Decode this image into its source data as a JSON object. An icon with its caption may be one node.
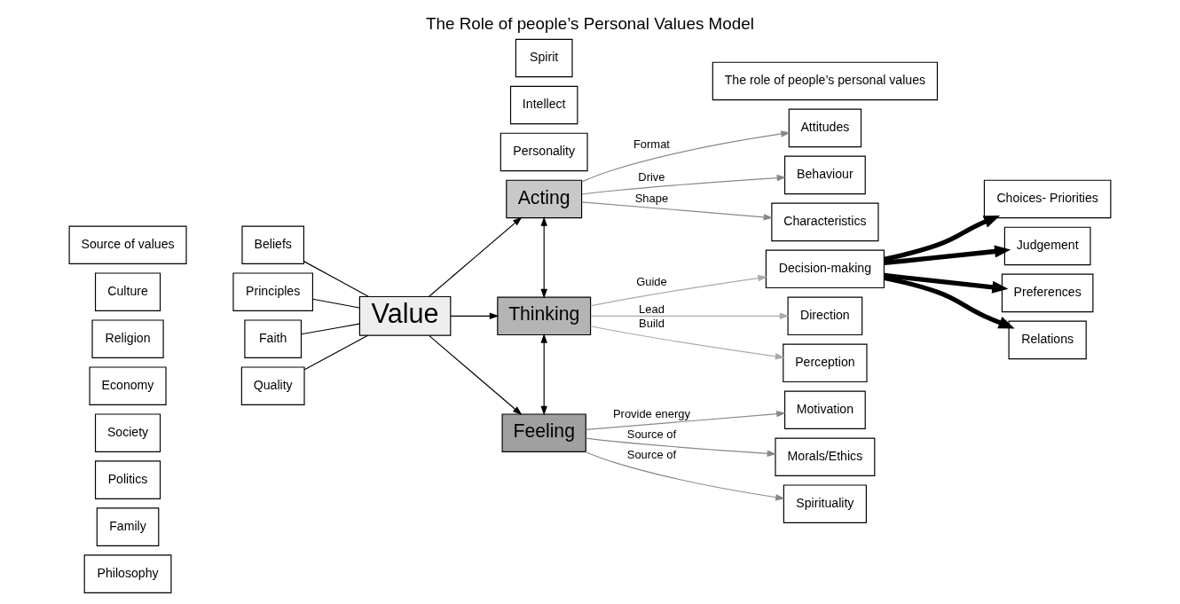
{
  "diagram": {
    "title": "The Role of people’s Personal Values Model",
    "nodes": [
      {
        "text": [
          "Source of values"
        ]
      },
      {
        "text": [
          "Culture"
        ]
      },
      {
        "text": [
          "Religion"
        ]
      },
      {
        "text": [
          "Economy"
        ]
      },
      {
        "text": [
          "Society"
        ]
      },
      {
        "text": [
          "Politics"
        ]
      },
      {
        "text": [
          "Family"
        ]
      },
      {
        "text": [
          "Philosophy"
        ]
      },
      {
        "text": [
          "Beliefs"
        ]
      },
      {
        "text": [
          "Principles"
        ]
      },
      {
        "text": [
          "Faith"
        ]
      },
      {
        "text": [
          "Quality"
        ]
      },
      {
        "text": [
          "Value"
        ]
      },
      {
        "text": [
          "Personality"
        ]
      },
      {
        "text": [
          "Acting"
        ]
      },
      {
        "text": [
          "Intellect"
        ]
      },
      {
        "text": [
          "Thinking"
        ]
      },
      {
        "text": [
          "Spirit"
        ]
      },
      {
        "text": [
          "Feeling"
        ]
      },
      {
        "text": [
          "The role of people’s personal values"
        ]
      },
      {
        "text": [
          "Attitudes"
        ]
      },
      {
        "text": [
          "Behaviour"
        ]
      },
      {
        "text": [
          "Characteristics"
        ]
      },
      {
        "text": [
          "Decision-making"
        ]
      },
      {
        "text": [
          "Direction"
        ]
      },
      {
        "text": [
          "Perception"
        ]
      },
      {
        "text": [
          "Motivation"
        ]
      },
      {
        "text": [
          "Morals/Ethics"
        ]
      },
      {
        "text": [
          "Spirituality"
        ]
      },
      {
        "text": [
          "Choices- Priorities"
        ]
      },
      {
        "text": [
          "Judgement"
        ]
      },
      {
        "text": [
          "Preferences"
        ]
      },
      {
        "text": [
          "Relations"
        ]
      }
    ],
    "edges": [
      {
        "from": 8,
        "to": 12,
        "arrow": "none"
      },
      {
        "from": 9,
        "to": 12,
        "arrow": "none"
      },
      {
        "from": 10,
        "to": 12,
        "arrow": "none"
      },
      {
        "from": 11,
        "to": 12,
        "arrow": "none"
      },
      {
        "from": 12,
        "to": 14,
        "arrow": "to"
      },
      {
        "from": 12,
        "to": 16,
        "arrow": "to"
      },
      {
        "from": 12,
        "to": 18,
        "arrow": "to"
      },
      {
        "from": 14,
        "to": 16,
        "arrow": "both"
      },
      {
        "from": 16,
        "to": 18,
        "arrow": "both"
      },
      {
        "from": 14,
        "to": 20,
        "arrow": "to",
        "label": "Format",
        "color": "#888888"
      },
      {
        "from": 14,
        "to": 21,
        "arrow": "to",
        "label": "Drive",
        "color": "#888888"
      },
      {
        "from": 14,
        "to": 22,
        "arrow": "to",
        "label": "Shape",
        "color": "#888888"
      },
      {
        "from": 16,
        "to": 23,
        "arrow": "to",
        "label": "Guide",
        "color": "#aaaaaa"
      },
      {
        "from": 16,
        "to": 24,
        "arrow": "to",
        "label": "Lead",
        "color": "#aaaaaa"
      },
      {
        "from": 16,
        "to": 25,
        "arrow": "to",
        "label": "Build",
        "color": "#aaaaaa"
      },
      {
        "from": 18,
        "to": 26,
        "arrow": "to",
        "label": "Provide energy",
        "color": "#888888"
      },
      {
        "from": 18,
        "to": 27,
        "arrow": "to",
        "label": "Source of",
        "color": "#888888"
      },
      {
        "from": 18,
        "to": 28,
        "arrow": "to",
        "label": "Source of",
        "color": "#888888"
      },
      {
        "from": 23,
        "to": 29,
        "arrow": "to",
        "style": "thick"
      },
      {
        "from": 23,
        "to": 30,
        "arrow": "to",
        "style": "thick"
      },
      {
        "from": 23,
        "to": 31,
        "arrow": "to",
        "style": "thick"
      },
      {
        "from": 23,
        "to": 32,
        "arrow": "to",
        "style": "thick"
      }
    ]
  }
}
